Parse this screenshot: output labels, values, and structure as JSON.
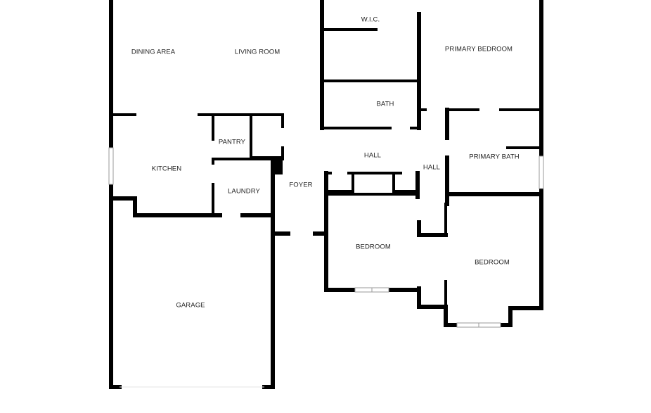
{
  "rooms": {
    "dining_area": "DINING AREA",
    "living_room": "LIVING ROOM",
    "wic": "W.I.C.",
    "primary_bedroom": "PRIMARY BEDROOM",
    "bath": "BATH",
    "kitchen": "KITCHEN",
    "pantry": "PANTRY",
    "laundry": "LAUNDRY",
    "foyer": "FOYER",
    "hall_main": "HALL",
    "hall_side": "HALL",
    "primary_bath": "PRIMARY BATH",
    "bedroom_left": "BEDROOM",
    "bedroom_right": "BEDROOM",
    "garage": "GARAGE"
  }
}
